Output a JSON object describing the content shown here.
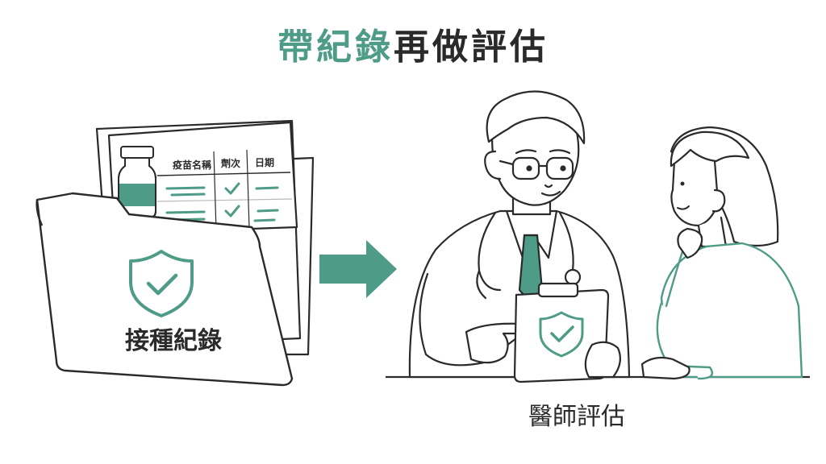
{
  "title": {
    "accent_part": "帶紀錄",
    "dark_part": "再做評估"
  },
  "vaccine_table": {
    "headers": [
      "疫苗名稱",
      "劑次",
      "日期"
    ]
  },
  "folder": {
    "label": "接種紀錄"
  },
  "doctor_section": {
    "caption": "醫師評估"
  },
  "colors": {
    "accent": "#4e9c87",
    "ink": "#2a2a2a",
    "background": "#ffffff"
  },
  "icons": [
    "shield-check-icon",
    "arrow-right-icon",
    "vaccine-vial-icon",
    "stethoscope-icon",
    "clipboard-icon"
  ]
}
